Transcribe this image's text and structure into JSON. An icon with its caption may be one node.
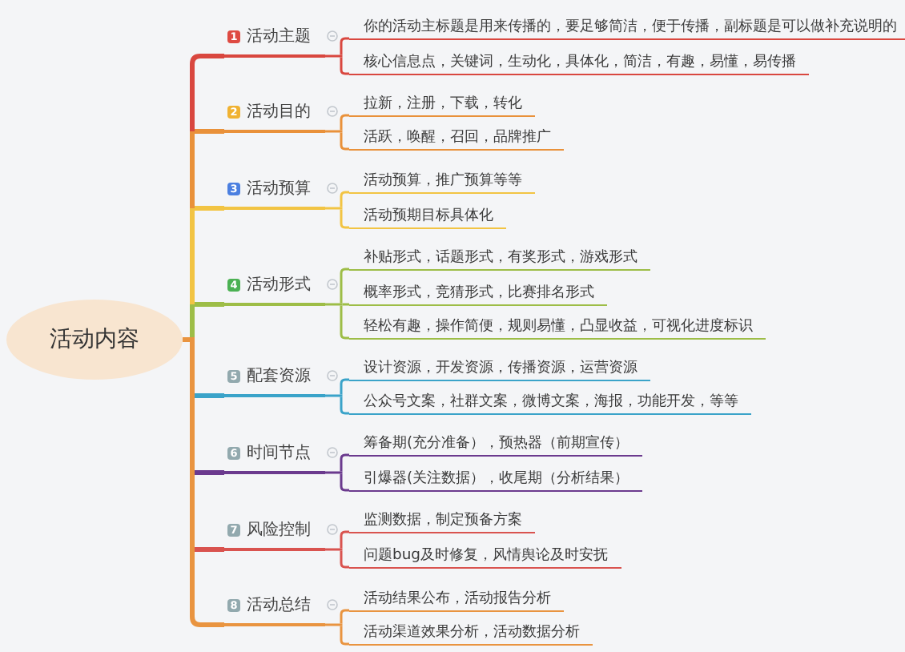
{
  "diagram": {
    "nodes": [
      {
        "text": [
          "活动内容"
        ]
      },
      {
        "text": [
          "1",
          "活动主题"
        ]
      },
      {
        "text": [
          "你的活动主标题是用来传播的，要足够简洁，便于传播，副标题是可以做补充说明的"
        ]
      },
      {
        "text": [
          "核心信息点，关键词，生动化，具体化，简洁，有趣，易懂，易传播"
        ]
      },
      {
        "text": [
          "2",
          "活动目的"
        ]
      },
      {
        "text": [
          "拉新，注册，下载，转化"
        ]
      },
      {
        "text": [
          "活跃，唤醒，召回，品牌推广"
        ]
      },
      {
        "text": [
          "3",
          "活动预算"
        ]
      },
      {
        "text": [
          "活动预算，推广预算等等"
        ]
      },
      {
        "text": [
          "活动预期目标具体化"
        ]
      },
      {
        "text": [
          "4",
          "活动形式"
        ]
      },
      {
        "text": [
          "补贴形式，话题形式，有奖形式，游戏形式"
        ]
      },
      {
        "text": [
          "概率形式，竞猜形式，比赛排名形式"
        ]
      },
      {
        "text": [
          "轻松有趣，操作简便，规则易懂，凸显收益，可视化进度标识"
        ]
      },
      {
        "text": [
          "5",
          "配套资源"
        ]
      },
      {
        "text": [
          "设计资源，开发资源，传播资源，运营资源"
        ]
      },
      {
        "text": [
          "公众号文案，社群文案，微博文案，海报，功能开发，等等"
        ]
      },
      {
        "text": [
          "6",
          "时间节点"
        ]
      },
      {
        "text": [
          "筹备期(充分准备），预热器（前期宣传）"
        ]
      },
      {
        "text": [
          "引爆器(关注数据），收尾期（分析结果）"
        ]
      },
      {
        "text": [
          "7",
          "风险控制"
        ]
      },
      {
        "text": [
          "监测数据，制定预备方案"
        ]
      },
      {
        "text": [
          "问题bug及时修复，风情舆论及时安抚"
        ]
      },
      {
        "text": [
          "8",
          "活动总结"
        ]
      },
      {
        "text": [
          "活动结果公布，活动报告分析"
        ]
      },
      {
        "text": [
          "活动渠道效果分析，活动数据分析"
        ]
      }
    ],
    "edges": [
      {
        "from": 0,
        "to": 1,
        "arrow": "none",
        "style": "thick",
        "color": "#d9473f"
      },
      {
        "from": 1,
        "to": 2,
        "arrow": "none",
        "color": "#d9473f"
      },
      {
        "from": 1,
        "to": 3,
        "arrow": "none",
        "color": "#d9473f"
      },
      {
        "from": 0,
        "to": 4,
        "arrow": "none",
        "style": "thick",
        "color": "#e9913a"
      },
      {
        "from": 4,
        "to": 5,
        "arrow": "none",
        "color": "#e9913a"
      },
      {
        "from": 4,
        "to": 6,
        "arrow": "none",
        "color": "#e9913a"
      },
      {
        "from": 0,
        "to": 7,
        "arrow": "none",
        "style": "thick",
        "color": "#f2c443"
      },
      {
        "from": 7,
        "to": 8,
        "arrow": "none",
        "color": "#f2c443"
      },
      {
        "from": 7,
        "to": 9,
        "arrow": "none",
        "color": "#f2c443"
      },
      {
        "from": 0,
        "to": 10,
        "arrow": "none",
        "style": "thick",
        "color": "#9dbd47"
      },
      {
        "from": 10,
        "to": 11,
        "arrow": "none",
        "color": "#9dbd47"
      },
      {
        "from": 10,
        "to": 12,
        "arrow": "none",
        "color": "#9dbd47"
      },
      {
        "from": 10,
        "to": 13,
        "arrow": "none",
        "color": "#9dbd47"
      },
      {
        "from": 0,
        "to": 14,
        "arrow": "none",
        "style": "thick",
        "color": "#3aa3c9"
      },
      {
        "from": 14,
        "to": 15,
        "arrow": "none",
        "color": "#3aa3c9"
      },
      {
        "from": 14,
        "to": 16,
        "arrow": "none",
        "color": "#3aa3c9"
      },
      {
        "from": 0,
        "to": 17,
        "arrow": "none",
        "style": "thick",
        "color": "#6b3a8e"
      },
      {
        "from": 17,
        "to": 18,
        "arrow": "none",
        "color": "#6b3a8e"
      },
      {
        "from": 17,
        "to": 19,
        "arrow": "none",
        "color": "#6b3a8e"
      },
      {
        "from": 0,
        "to": 20,
        "arrow": "none",
        "style": "thick",
        "color": "#d9534f"
      },
      {
        "from": 20,
        "to": 21,
        "arrow": "none",
        "color": "#d9534f"
      },
      {
        "from": 20,
        "to": 22,
        "arrow": "none",
        "color": "#d9534f"
      },
      {
        "from": 0,
        "to": 23,
        "arrow": "none",
        "style": "thick",
        "color": "#e99440"
      },
      {
        "from": 23,
        "to": 24,
        "arrow": "none",
        "color": "#e99440"
      },
      {
        "from": 23,
        "to": 25,
        "arrow": "none",
        "color": "#e99440"
      }
    ]
  }
}
